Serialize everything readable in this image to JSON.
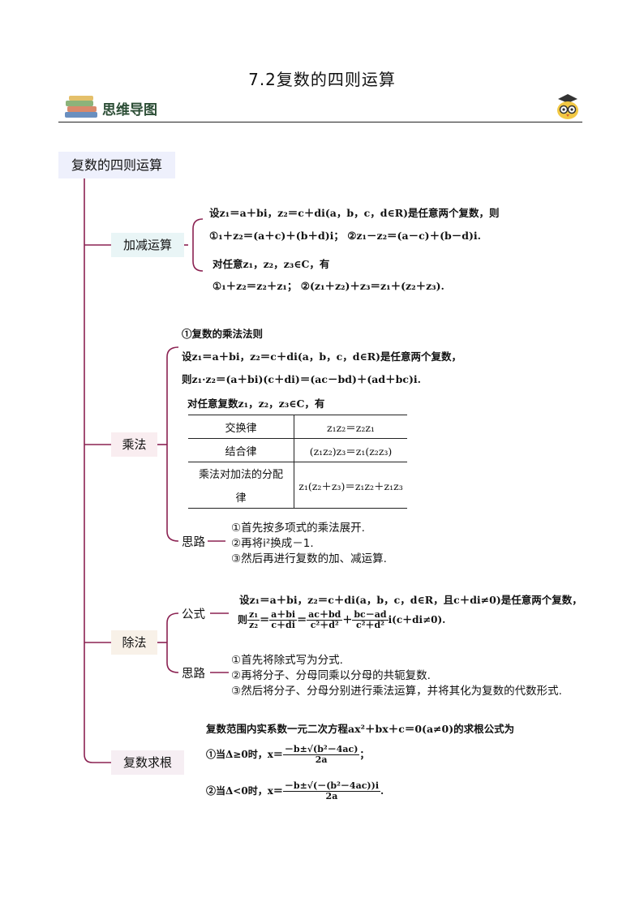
{
  "doc_title": "7.2复数的四则运算",
  "header": {
    "label": "思维导图",
    "books_icon": "books-icon",
    "owl_icon": "owl-mascot-icon"
  },
  "root": {
    "label": "复数的四则运算"
  },
  "add": {
    "label": "加减运算",
    "line1": "设z₁＝a＋bi，z₂＝c＋di(a，b，c，d∈R)是任意两个复数，则",
    "line2": "①₁＋z₂＝(a＋c)＋(b＋d)i；      ②z₁－z₂＝(a－c)＋(b－d)i.",
    "line3": "对任意z₁，z₂，z₃∈C，有",
    "line4": "①₁＋z₂＝z₂＋z₁；      ②(z₁＋z₂)＋z₃＝z₁＋(z₂＋z₃)."
  },
  "mul": {
    "label": "乘法",
    "heading": "①复数的乘法法则",
    "line1": "设z₁＝a＋bi，z₂＝c＋di(a，b，c，d∈R)是任意两个复数，",
    "line2": "则z₁·z₂＝(a＋bi)(c＋di)＝(ac－bd)＋(ad＋bc)i.",
    "line3": "对任意复数z₁，z₂，z₃∈C，有",
    "table": [
      {
        "law": "交换律",
        "formula": "z₁z₂＝z₂z₁"
      },
      {
        "law": "结合律",
        "formula": "(z₁z₂)z₃＝z₁(z₂z₃)"
      },
      {
        "law_line1": "乘法对加法的分配",
        "law_line2": "律",
        "formula": "z₁(z₂＋z₃)＝z₁z₂＋z₁z₃"
      }
    ],
    "idea_label": "思路",
    "ideas": [
      "①首先按多项式的乘法展开.",
      "②再将i²换成－1.",
      "③然后再进行复数的加、减运算."
    ]
  },
  "div": {
    "label": "除法",
    "formula_label": "公式",
    "formula_line1": "设z₁＝a＋bi，z₂＝c＋di(a，b，c，d∈R，且c＋di≠0)是任意两个复数，",
    "formula_prefix": "则",
    "f1_num": "z₁",
    "f1_den": "z₂",
    "f2_num": "a＋bi",
    "f2_den": "c＋di",
    "f3_num": "ac＋bd",
    "f3_den": "c²＋d²",
    "f4_num": "bc－ad",
    "f4_den": "c²＋d²",
    "formula_suffix": "i(c＋di≠0).",
    "idea_label": "思路",
    "ideas": [
      "①首先将除式写为分式.",
      "②再将分子、分母同乘以分母的共轭复数.",
      "③然后将分子、分母分别进行乘法运算，并将其化为复数的代数形式."
    ]
  },
  "root_solve": {
    "label": "复数求根",
    "intro": "复数范围内实系数一元二次方程ax²＋bx＋c＝0(a≠0)的求根公式为",
    "case1_prefix": "①当Δ≥0时，x＝",
    "case1_num": "－b±√(b²－4ac)",
    "case1_den": "2a",
    "case1_suffix": "；",
    "case2_prefix": "②当Δ<0时，x＝",
    "case2_num": "－b±√(－(b²－4ac))i",
    "case2_den": "2a",
    "case2_suffix": "."
  },
  "colors": {
    "spine": "#8b2252",
    "root_bg": "#eef0fc"
  }
}
